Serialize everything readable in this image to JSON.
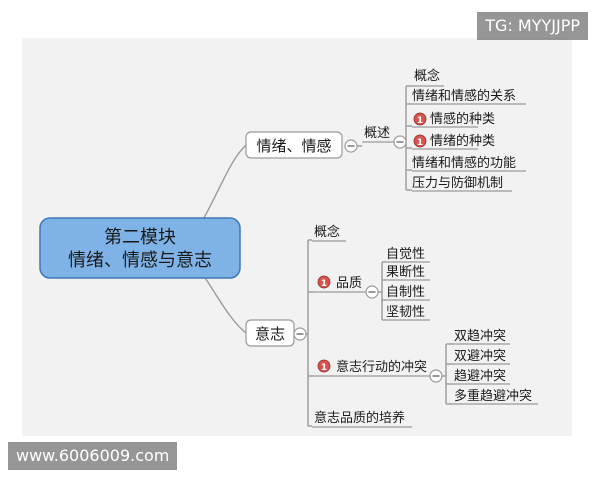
{
  "colors": {
    "canvas": "#f2f2f2",
    "line": "#9a9a9a",
    "central_fill": "#7fb2e6",
    "central_border": "#3f78b7",
    "node_fill": "#ffffff",
    "node_border": "#9a9a9a",
    "marker": "#d9534f",
    "watermark_bg": "#7a7a7a",
    "text": "#1a1a1a"
  },
  "diagram": {
    "central": {
      "line1": "第二模块",
      "line2": "情绪、情感与意志"
    },
    "branch_emotion": {
      "label": "情绪、情感",
      "sub": {
        "label": "概述",
        "items": [
          {
            "label": "概念",
            "marker": ""
          },
          {
            "label": "情绪和情感的关系",
            "marker": ""
          },
          {
            "label": "情感的种类",
            "marker": "1"
          },
          {
            "label": "情绪的种类",
            "marker": "1"
          },
          {
            "label": "情绪和情感的功能",
            "marker": ""
          },
          {
            "label": "压力与防御机制",
            "marker": ""
          }
        ]
      }
    },
    "branch_will": {
      "label": "意志",
      "items": {
        "concept": "概念",
        "quality": {
          "label": "品质",
          "marker": "1",
          "items": [
            "自觉性",
            "果断性",
            "自制性",
            "坚韧性"
          ]
        },
        "conflict": {
          "label": "意志行动的冲突",
          "marker": "1",
          "items": [
            "双趋冲突",
            "双避冲突",
            "趋避冲突",
            "多重趋避冲突"
          ]
        },
        "cultivation": "意志品质的培养"
      }
    }
  },
  "watermarks": {
    "top_right": "TG: MYYJJPP",
    "bottom_left": "www.6006009.com"
  },
  "icons": {
    "collapse": "minus-circle-icon",
    "priority": "priority-1-icon"
  }
}
